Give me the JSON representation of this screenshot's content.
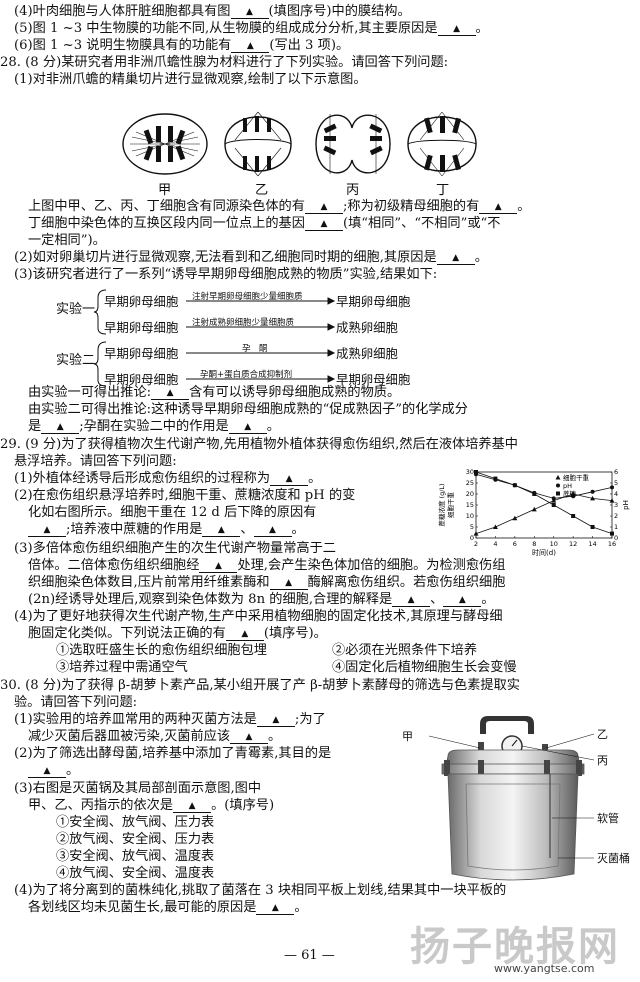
{
  "top_lines": {
    "q27_4": "(4)叶肉细胞与人体肝脏细胞都具有图",
    "q27_4_tail": "(填图序号)中的膜结构。",
    "q27_5": "(5)图 1 ~3 中生物膜的功能不同,从生物膜的组成成分分析,其主要原因是",
    "q27_6": "(6)图 1 ~3 说明生物膜具有的功能有",
    "q27_6_tail": "(写出 3 项)。"
  },
  "blank_mark": "▲",
  "blank_mark_period": "▲ 。",
  "q28": {
    "head": "28. (8 分)某研究者用非洲爪蟾性腺为材料进行了下列实验。请回答下列问题:",
    "p1": "(1)对非洲爪蟾的精巢切片进行显微观察,绘制了以下示意图。",
    "cell_labels": [
      "甲",
      "乙",
      "丙",
      "丁"
    ],
    "l1a": "上图中甲、乙、丙、丁细胞含有同源染色体的有",
    "l1b": ";称为初级精母细胞的有",
    "l1c": "。",
    "l2a": "丁细胞中染色体的互换区段内同一位点上的基因",
    "l2b": "(填“相同”、“不相同”或“不",
    "l3": "一定相同”)。",
    "p2a": "(2)如对卵巢切片进行显微观察,无法看到和乙细胞同时期的细胞,其原因是",
    "p3": "(3)该研究者进行了一系列“诱导早期卵母细胞成熟的物质”实验,结果如下:",
    "exp1_label": "实验一",
    "exp2_label": "实验二",
    "exp_rows": [
      {
        "left": "早期卵母细胞",
        "cap": "注射早期卵母细胞少量细胞质",
        "right": "早期卵母细胞"
      },
      {
        "left": "早期卵母细胞",
        "cap": "注射成熟卵细胞少量细胞质",
        "right": "成熟卵细胞"
      },
      {
        "left": "早期卵母细胞",
        "cap": "孕　酮",
        "right": "成熟卵细胞"
      },
      {
        "left": "早期卵母细胞",
        "cap": "孕酮+蛋白质合成抑制剂",
        "right": "早期卵母细胞"
      }
    ],
    "c1a": "由实验一可得出推论:",
    "c1b": "含有可以诱导卵母细胞成熟的物质。",
    "c2a": "由实验二可得出推论:这种诱导早期卵母细胞成熟的“促成熟因子”的化学成分",
    "c2b": "是",
    "c2c": ";孕酮在实验二中的作用是",
    "c2d": "。"
  },
  "q29": {
    "head": "29. (9 分)为了获得植物次生代谢产物,先用植物外植体获得愈伤组织,然后在液体培养基中",
    "head2": "悬浮培养。请回答下列问题:",
    "p1": "(1)外植体经诱导后形成愈伤组织的过程称为",
    "p2a": "(2)在愈伤组织悬浮培养时,细胞干重、蔗糖浓度和 pH 的变",
    "p2b": "化如右图所示。细胞干重在 12 d 后下降的原因有",
    "p2c": ";培养液中蔗糖的作用是",
    "p2d": "、",
    "p3a": "(3)多倍体愈伤组织细胞产生的次生代谢产物量常高于二",
    "p3b": "倍体。二倍体愈伤组织细胞经",
    "p3c": "处理,会产生染色体加倍的细胞。为检测愈伤组",
    "p3d": "织细胞染色体数目,压片前常用纤维素酶和",
    "p3e": "酶解离愈伤组织。若愈伤组织细胞",
    "p3f": "(2n)经诱导处理后,观察到染色体数为 8n 的细胞,合理的解释是",
    "p3g": "、",
    "p4a": "(4)为了更好地获得次生代谢产物,生产中采用植物细胞的固定化技术,其原理与酵母细",
    "p4b": "胞固定化类似。下列说法正确的有",
    "p4c": "(填序号)。",
    "opt1": "①选取旺盛生长的愈伤组织细胞包埋",
    "opt2": "②必须在光照条件下培养",
    "opt3": "③培养过程中需通空气",
    "opt4": "④固定化后植物细胞生长会变慢"
  },
  "q30": {
    "head": "30. (8 分)为了获得 β-胡萝卜素产品,某小组开展了产 β-胡萝卜素酵母的筛选与色素提取实",
    "head2": "验。请回答下列问题:",
    "p1a": "(1)实验用的培养皿常用的两种灭菌方法是",
    "p1b": ";为了",
    "p1c": "减少灭菌后器皿被污染,灭菌前应该",
    "p2a": "(2)为了筛选出酵母菌,培养基中添加了青霉素,其目的是",
    "p3a": "(3)右图是灭菌锅及其局部剖面示意图,图中",
    "p3b": "甲、乙、丙指示的依次是",
    "p3c": "。(填序号)",
    "opts": [
      "①安全阀、放气阀、压力表",
      "②放气阀、安全阀、压力表",
      "③安全阀、放气阀、温度表",
      "④放气阀、安全阀、温度表"
    ],
    "p4a": "(4)为了将分离到的菌株纯化,挑取了菌落在 3 块相同平板上划线,结果其中一块平板的",
    "p4b": "各划线区均未见菌生长,最可能的原因是",
    "device_labels": {
      "jia": "甲",
      "yi": "乙",
      "bing": "丙",
      "hose": "软管",
      "bucket": "灭菌桶"
    }
  },
  "chart_data": {
    "type": "line",
    "xlabel": "时间(d)",
    "ylabel_left": "蔗糖浓度 (g/L)\n细胞干重",
    "ylabel_right": "pH",
    "x": [
      2,
      4,
      6,
      8,
      10,
      12,
      14,
      16
    ],
    "xlim": [
      2,
      16
    ],
    "ylim_left": [
      0,
      30
    ],
    "ylim_right": [
      0,
      6
    ],
    "yticks_left": [
      0,
      5,
      10,
      15,
      20,
      25,
      30
    ],
    "yticks_right": [
      0,
      1,
      2,
      3,
      4,
      5,
      6
    ],
    "xticks": [
      2,
      4,
      6,
      8,
      10,
      12,
      14,
      16
    ],
    "series": [
      {
        "name": "细胞干重",
        "marker": "triangle",
        "axis": "left",
        "values": [
          2,
          5,
          9,
          13,
          17,
          20,
          18,
          17
        ]
      },
      {
        "name": "pH",
        "marker": "circle",
        "axis": "right",
        "values": [
          5.8,
          5.3,
          4.8,
          4.1,
          3.6,
          3.8,
          4.2,
          4.6
        ]
      },
      {
        "name": "蔗糖",
        "marker": "square",
        "axis": "left",
        "values": [
          30,
          27,
          24,
          20,
          15,
          10,
          5,
          2
        ]
      }
    ],
    "legend_position": "top-right"
  },
  "footer": {
    "page": "— 61 —",
    "url": "www.yangtse.com"
  },
  "watermark": {
    "text": "扬子晚报网"
  }
}
